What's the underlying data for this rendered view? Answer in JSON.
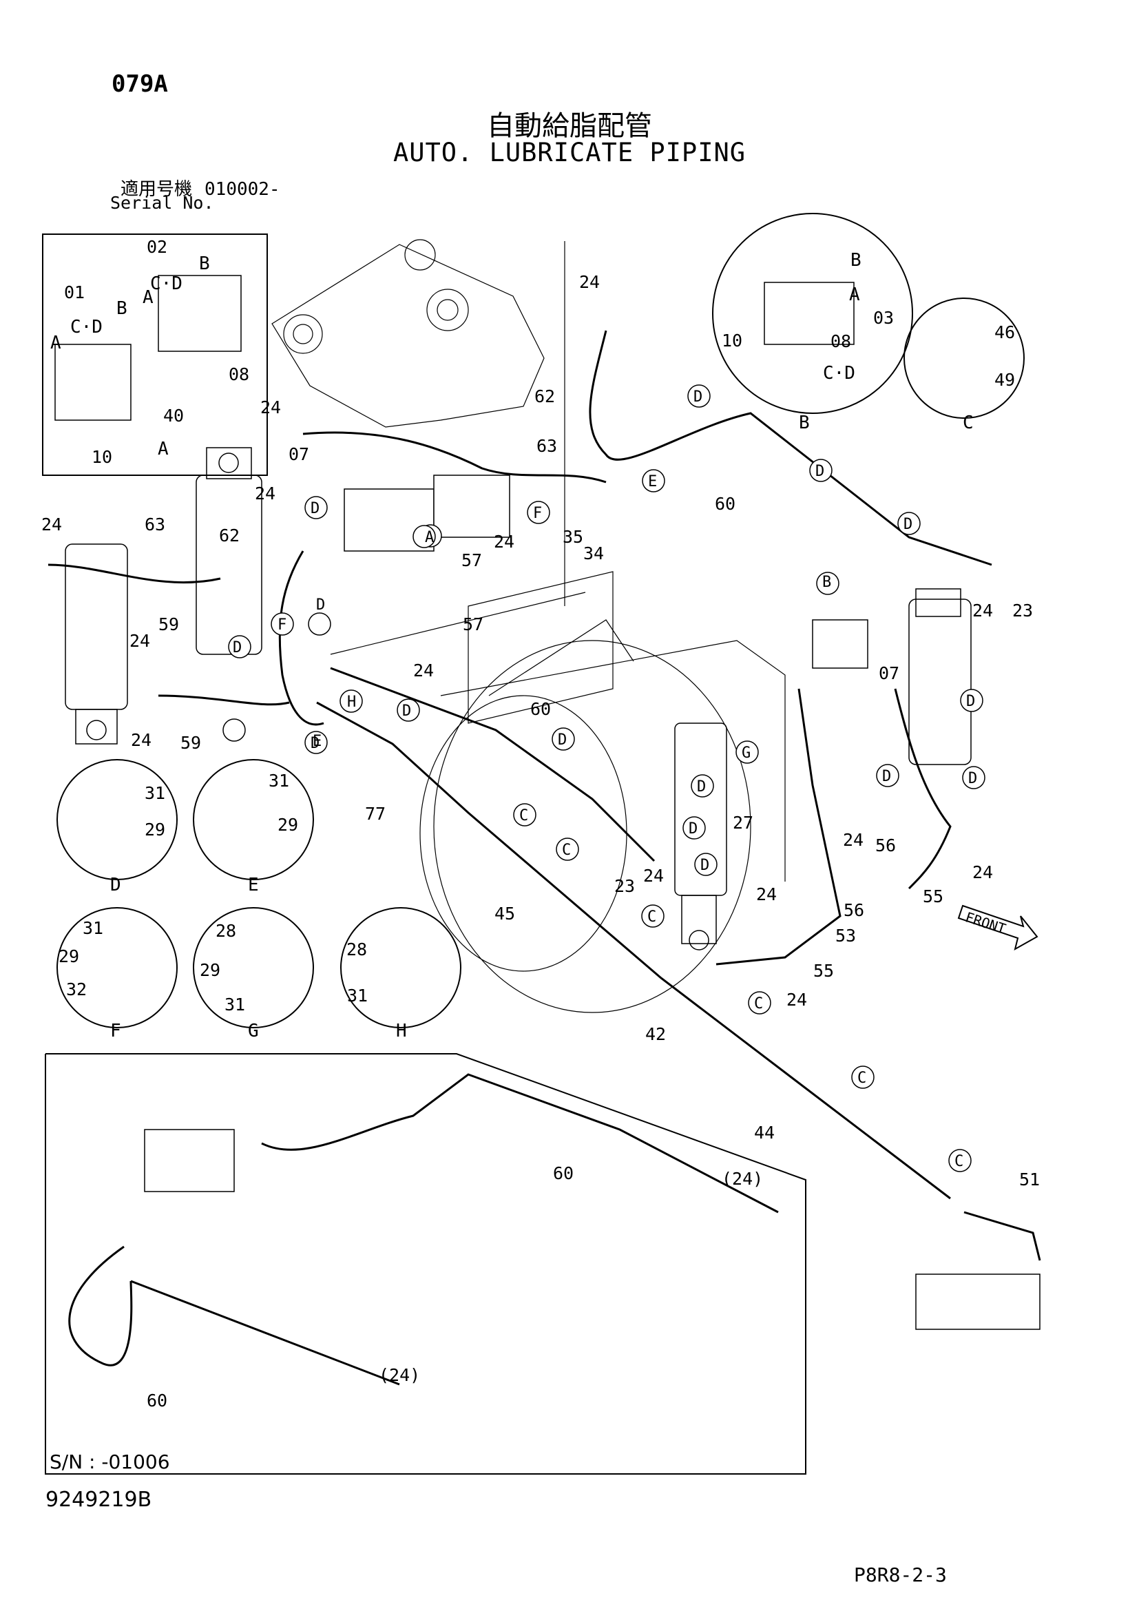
{
  "header": {
    "page_code": "079A",
    "title_jp": "自動給脂配管",
    "title_en": "AUTO. LUBRICATE PIPING",
    "serial_label_jp": "適用号機",
    "serial_value": "010002-",
    "serial_label_en": "Serial No."
  },
  "footer": {
    "sn_range": "S/N : -01006",
    "drawing_no": "9249219B",
    "page_ref": "P8R8-2-3"
  },
  "part_labels": [
    "01",
    "02",
    "03",
    "07",
    "08",
    "10",
    "23",
    "24",
    "27",
    "28",
    "29",
    "31",
    "32",
    "34",
    "35",
    "40",
    "42",
    "44",
    "45",
    "46",
    "49",
    "51",
    "53",
    "55",
    "56",
    "57",
    "59",
    "60",
    "62",
    "63",
    "77",
    "(24)"
  ],
  "view_letters": [
    "A",
    "B",
    "C",
    "D",
    "E",
    "F",
    "G",
    "H",
    "C·D",
    "FRONT"
  ]
}
